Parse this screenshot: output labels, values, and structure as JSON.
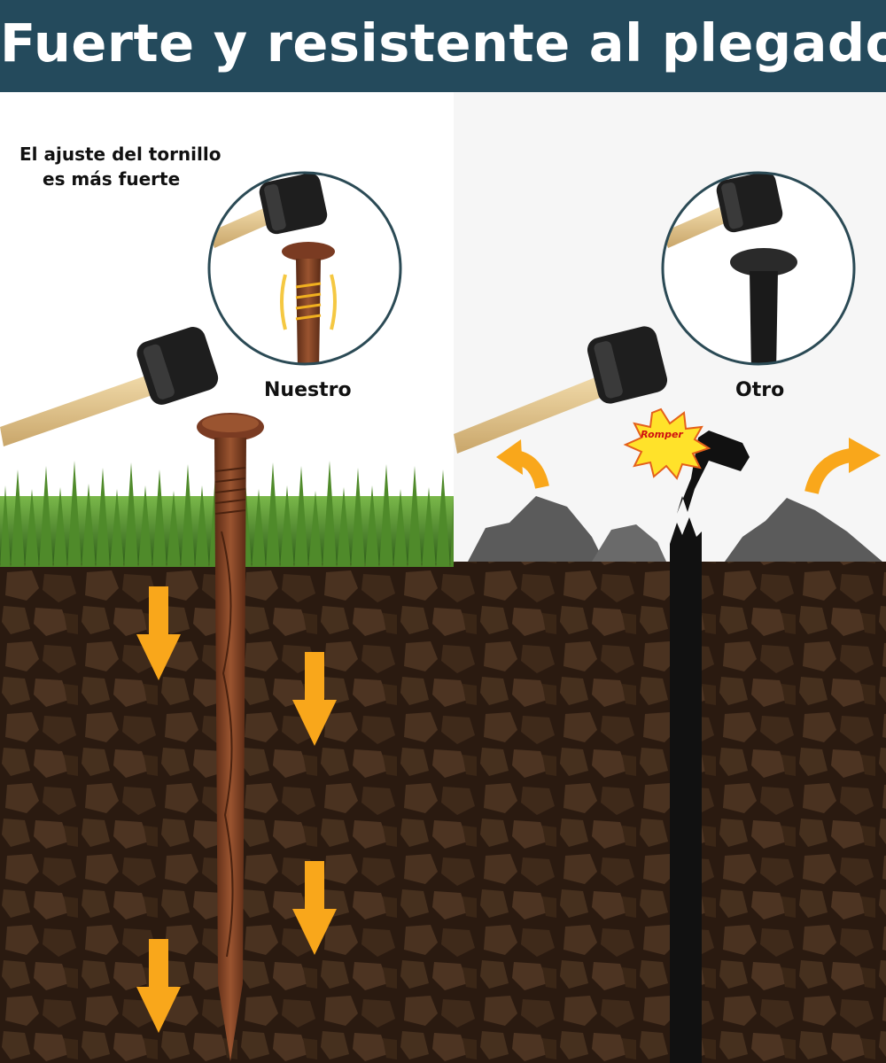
{
  "banner": {
    "title": "Fuerte y resistente al plegado",
    "background_color": "#244a5c",
    "text_color": "#ffffff"
  },
  "left_panel": {
    "note_line_1": "El ajuste del tornillo",
    "note_line_2": "es más fuerte",
    "label": "Nuestro",
    "stake_color": "#7a3b22"
  },
  "right_panel": {
    "label": "Otro",
    "burst_text": "Romper",
    "stake_color": "#111111"
  },
  "colors": {
    "arrow": "#f9a71b",
    "soil": "#2a1a10",
    "grass": "#4f8a2a",
    "rock": "#5b5b5b",
    "circle_border": "#2b4a55"
  },
  "icons": [
    "hammer-icon",
    "stake-icon",
    "down-arrow-icon",
    "curved-arrow-icon",
    "rock-icon",
    "break-burst-icon",
    "zoom-circle-icon"
  ]
}
